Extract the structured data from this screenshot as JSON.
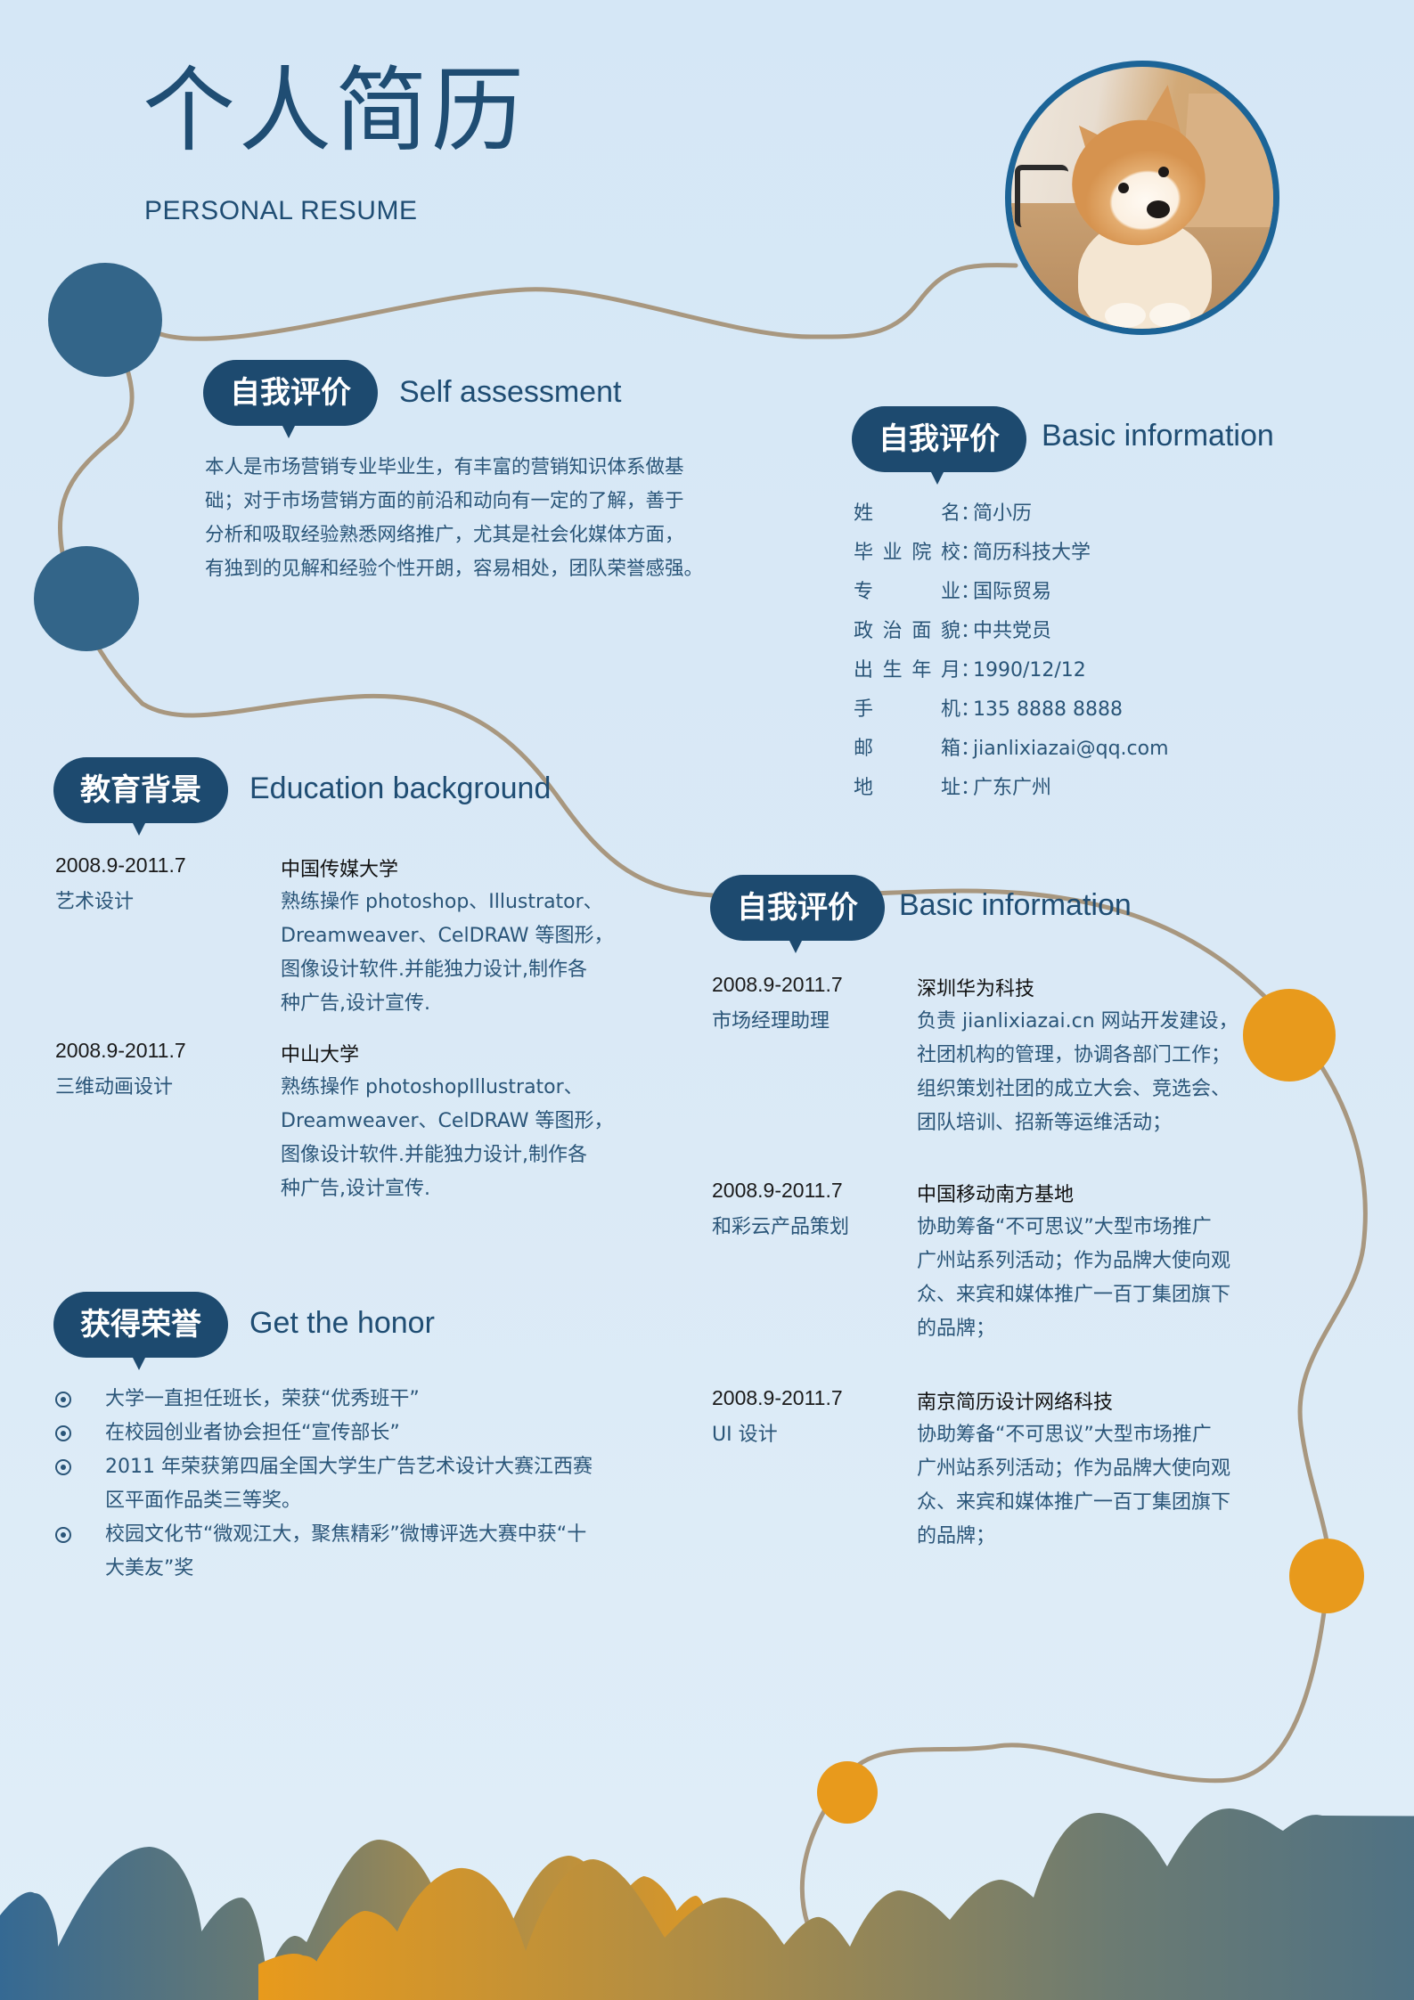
{
  "header": {
    "title_cn": "个人简历",
    "title_en": "PERSONAL RESUME",
    "photo_alt": "shiba-inu-dog-photo"
  },
  "colors": {
    "background": "#d5e7f6",
    "primary": "#1d4a6f",
    "text": "#2a5578",
    "node_blue": "#336589",
    "node_orange": "#e89a1c",
    "curve": "#a8977f",
    "photo_border": "#1c6497"
  },
  "self_assessment": {
    "badge": "自我评价",
    "title_en": "Self assessment",
    "lines": [
      "本人是市场营销专业毕业生，有丰富的营销知识体系做基",
      "础；对于市场营销方面的前沿和动向有一定的了解，善于",
      "分析和吸取经验熟悉网络推广，尤其是社会化媒体方面，",
      "有独到的见解和经验个性开朗，容易相处，团队荣誉感强。"
    ]
  },
  "basic_info": {
    "badge": "自我评价",
    "title_en": "Basic information",
    "rows": [
      {
        "label": "姓名",
        "value": "简小历"
      },
      {
        "label": "毕业院校",
        "value": "简历科技大学"
      },
      {
        "label": "专业",
        "value": "国际贸易"
      },
      {
        "label": "政治面貌",
        "value": "中共党员"
      },
      {
        "label": "出生年月",
        "value": "1990/12/12"
      },
      {
        "label": "手机",
        "value": "135 8888 8888"
      },
      {
        "label": "邮箱",
        "value": "jianlixiazai@qq.com"
      },
      {
        "label": "地址",
        "value": "广东广州"
      }
    ],
    "colon": "："
  },
  "education": {
    "badge": "教育背景",
    "title_en": "Education background",
    "entries": [
      {
        "date": "2008.9-2011.7",
        "major": "艺术设计",
        "school": "中国传媒大学",
        "desc": [
          "熟练操作 photoshop、Illustrator、",
          "Dreamweaver、CelDRAW 等图形，",
          "图像设计软件.并能独力设计,制作各",
          "种广告,设计宣传."
        ]
      },
      {
        "date": "2008.9-2011.7",
        "major": "三维动画设计",
        "school": "中山大学",
        "desc": [
          "熟练操作 photoshopIllustrator、",
          "Dreamweaver、CelDRAW 等图形，",
          "图像设计软件.并能独力设计,制作各",
          "种广告,设计宣传."
        ]
      }
    ]
  },
  "honors": {
    "badge": "获得荣誉",
    "title_en": "Get the honor",
    "items": [
      {
        "lines": [
          "大学一直担任班长，荣获“优秀班干”"
        ]
      },
      {
        "lines": [
          "在校园创业者协会担任“宣传部长”"
        ]
      },
      {
        "lines": [
          "2011 年荣获第四届全国大学生广告艺术设计大赛江西赛",
          "区平面作品类三等奖。"
        ]
      },
      {
        "lines": [
          "校园文化节“微观江大，聚焦精彩”微博评选大赛中获“十",
          "大美友”奖"
        ]
      }
    ]
  },
  "experience": {
    "badge": "自我评价",
    "title_en": "Basic information",
    "entries": [
      {
        "date": "2008.9-2011.7",
        "role": "市场经理助理",
        "company": "深圳华为科技",
        "desc": [
          "负责 jianlixiazai.cn 网站开发建设，",
          "社团机构的管理，协调各部门工作；",
          "组织策划社团的成立大会、竞选会、",
          "团队培训、招新等运维活动；"
        ]
      },
      {
        "date": "2008.9-2011.7",
        "role": "和彩云产品策划",
        "company": "中国移动南方基地",
        "desc": [
          "协助筹备“不可思议”大型市场推广",
          "广州站系列活动；作为品牌大使向观",
          "众、来宾和媒体推广一百丁集团旗下",
          "的品牌；"
        ]
      },
      {
        "date": "2008.9-2011.7",
        "role": "UI 设计",
        "company": "南京简历设计网络科技",
        "desc": [
          "协助筹备“不可思议”大型市场推广",
          "广州站系列活动；作为品牌大使向观",
          "众、来宾和媒体推广一百丁集团旗下",
          "的品牌；"
        ]
      }
    ]
  }
}
